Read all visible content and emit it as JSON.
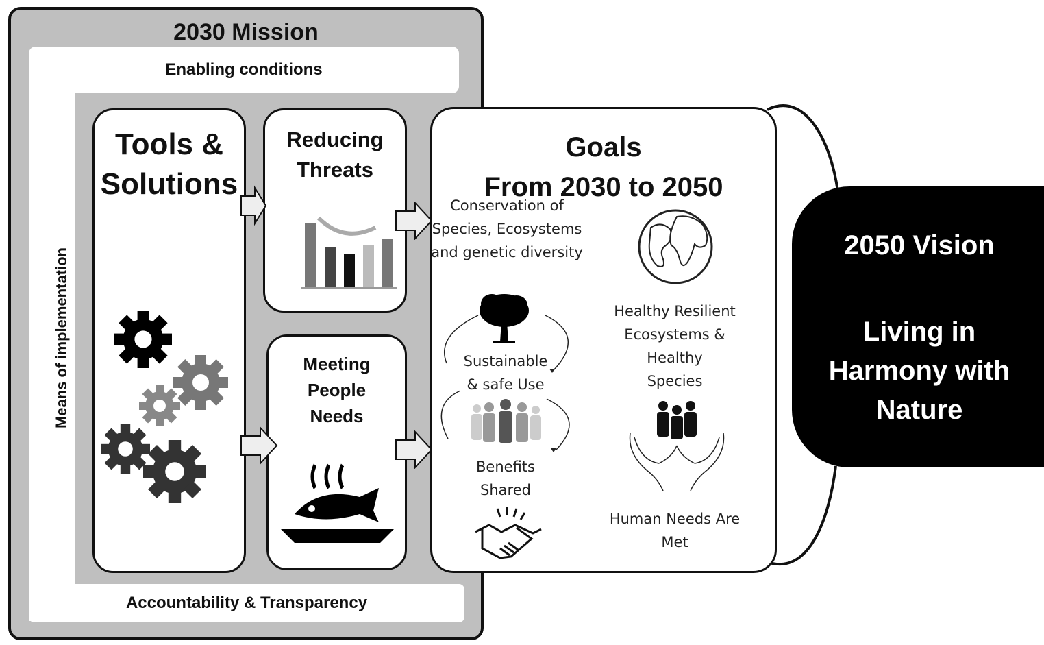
{
  "mission": {
    "title": "2030 Mission",
    "enabling": "Enabling conditions",
    "accountability": "Accountability & Transparency",
    "means": "Means of implementation"
  },
  "tools": {
    "title_line1": "Tools &",
    "title_line2": "Solutions"
  },
  "threats": {
    "title_line1": "Reducing",
    "title_line2": "Threats"
  },
  "needs": {
    "title_line1": "Meeting",
    "title_line2": "People",
    "title_line3": "Needs"
  },
  "goals": {
    "title_line1": "Goals",
    "title_line2": "From 2030 to 2050",
    "conservation": [
      "Conservation of",
      "Species,  Ecosystems",
      "and genetic diversity"
    ],
    "healthy": [
      "Healthy Resilient",
      "Ecosystems & Healthy",
      "Species"
    ],
    "sustainable": [
      "Sustainable",
      "& safe Use"
    ],
    "benefits": [
      "Benefits",
      "Shared"
    ],
    "human": "Human Needs Are Met"
  },
  "vision": {
    "title": "2050 Vision",
    "line1": "Living in",
    "line2": "Harmony with",
    "line3": "Nature"
  },
  "colors": {
    "frame_gray": "#bfbfbf",
    "black": "#000000",
    "white": "#ffffff"
  }
}
